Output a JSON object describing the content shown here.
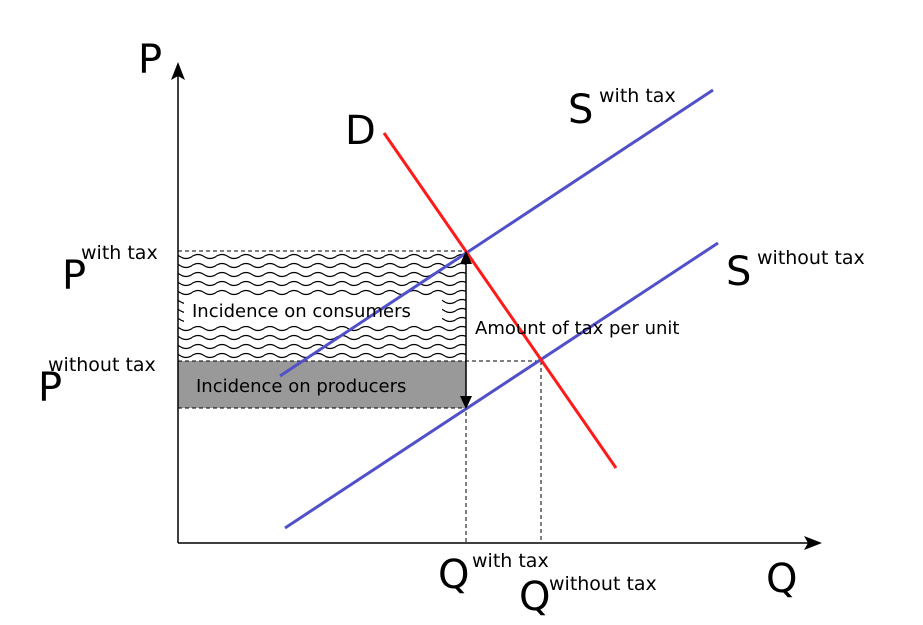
{
  "axes": {
    "y_label": "P",
    "x_label": "Q"
  },
  "curves": {
    "demand": {
      "label": "D",
      "color": "#ff1a1a"
    },
    "supply_with_tax": {
      "label": "S",
      "superscript": "with tax",
      "color": "#5050c8"
    },
    "supply_without_tax": {
      "label": "S",
      "superscript": "without tax",
      "color": "#5050c8"
    }
  },
  "prices": {
    "with_tax": {
      "label": "P",
      "superscript": "with tax"
    },
    "without_tax": {
      "label": "P",
      "superscript": "without tax"
    }
  },
  "quantities": {
    "with_tax": {
      "label": "Q",
      "superscript": "with tax"
    },
    "without_tax": {
      "label": "Q",
      "superscript": "without tax"
    }
  },
  "annotations": {
    "consumers": "Incidence on consumers",
    "producers": "Incidence on producers",
    "tax": "Amount of tax per unit"
  },
  "colors": {
    "producer_fill": "#999999",
    "axis": "#000000"
  }
}
